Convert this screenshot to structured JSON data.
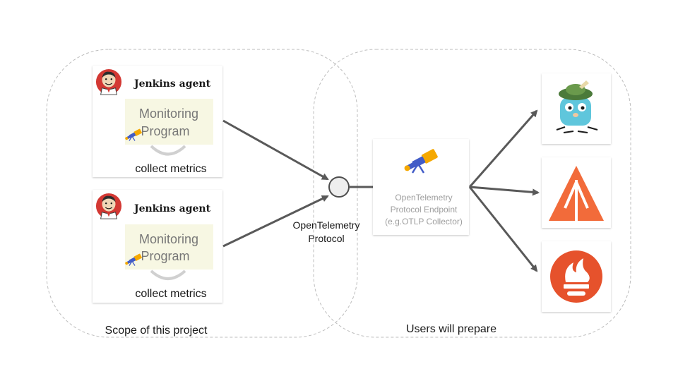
{
  "left_region": {
    "label": "Scope of this project"
  },
  "right_region": {
    "label": "Users will prepare"
  },
  "agents": [
    {
      "title": "Jenkins agent",
      "program_line1": "Monitoring",
      "program_line2": "Program",
      "caption": "collect metrics"
    },
    {
      "title": "Jenkins agent",
      "program_line1": "Monitoring",
      "program_line2": "Program",
      "caption": "collect metrics"
    }
  ],
  "protocol": {
    "line1": "OpenTelemetry",
    "line2": "Protocol"
  },
  "endpoint": {
    "line1": "OpenTelemetry",
    "line2": "Protocol Endpoint",
    "line3": "(e.g.OTLP Collector)"
  },
  "backends": [
    {
      "icon": "gopher-explorer-icon"
    },
    {
      "icon": "elastic-apm-icon"
    },
    {
      "icon": "prometheus-icon"
    }
  ],
  "colors": {
    "arrow": "#595959",
    "dashed_border": "#bdbdbd",
    "program_bg": "#f7f7e3",
    "endpoint_text": "#9e9e9e",
    "elastic_orange": "#f26b3a",
    "prometheus_orange": "#e6522c"
  }
}
